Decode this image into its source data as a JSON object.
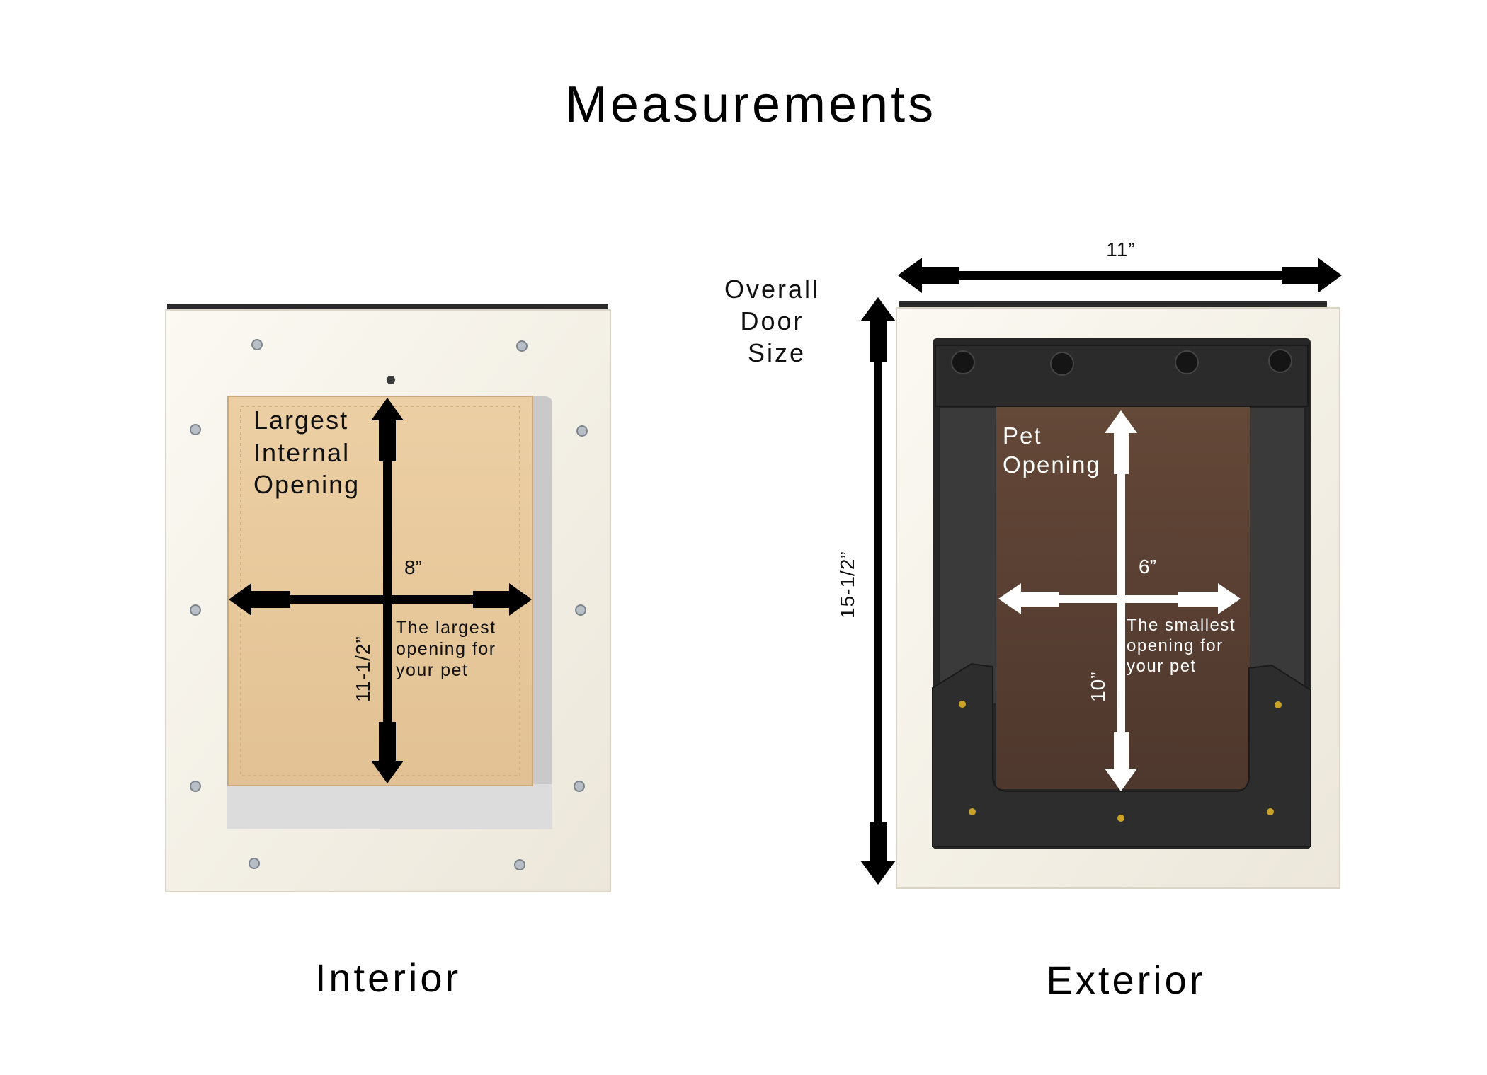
{
  "title": "Measurements",
  "colors": {
    "background": "#ffffff",
    "frame": "#f4f1e8",
    "interior_flap": "#e8c99c",
    "exterior_flap": "#5a4034",
    "exterior_bezel": "#2e2e2e",
    "arrow_dark": "#000000",
    "arrow_light": "#ffffff",
    "screw": "#9ea7b0",
    "rivet": "#c9a227"
  },
  "interior": {
    "caption": "Interior",
    "label_lines": [
      "Largest",
      "Internal",
      "Opening"
    ],
    "width_label": "8”",
    "height_label": "11-1/2”",
    "note_lines": [
      "The largest",
      "opening for",
      "your pet"
    ]
  },
  "exterior": {
    "caption": "Exterior",
    "overall_lines": [
      "Overall",
      "Door",
      "Size"
    ],
    "overall_width_label": "11”",
    "overall_height_label": "15-1/2”",
    "label_lines": [
      "Pet",
      "Opening"
    ],
    "width_label": "6”",
    "height_label": "10”",
    "note_lines": [
      "The smallest",
      "opening for",
      "your pet"
    ]
  }
}
